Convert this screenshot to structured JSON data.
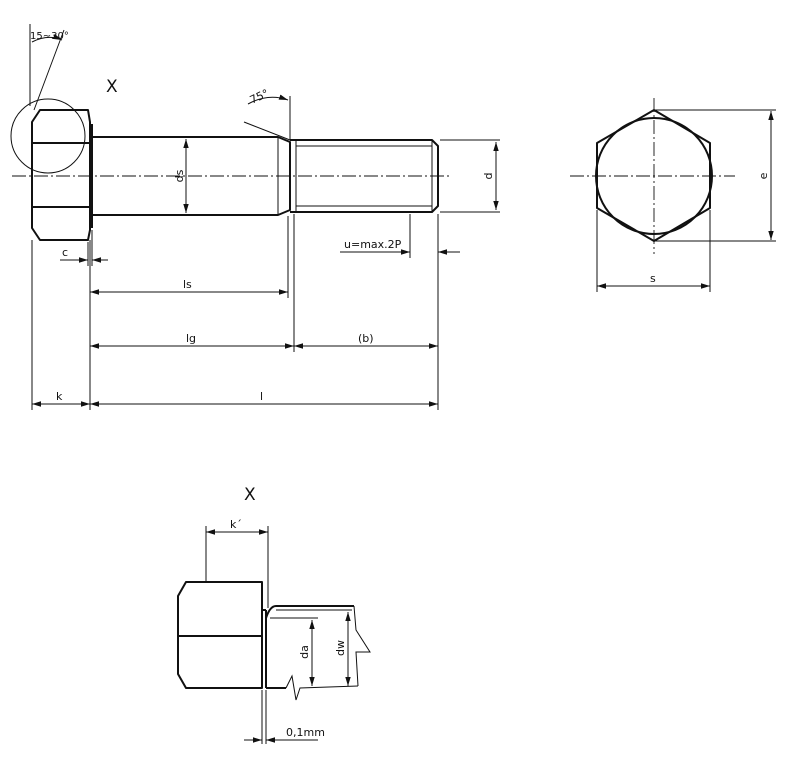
{
  "labels": {
    "angle_top": "15~30°",
    "detail_mark": "X",
    "angle_75": "75°",
    "ds": "ds",
    "d": "d",
    "e": "e",
    "s": "s",
    "c": "c",
    "u": "u=max.2P",
    "ls": "ls",
    "lg": "lg",
    "b": "(b)",
    "k": "k",
    "l": "l",
    "detail_title": "X",
    "k_prime": "k´",
    "da": "da",
    "dw": "dw",
    "gap": "0,1mm"
  }
}
